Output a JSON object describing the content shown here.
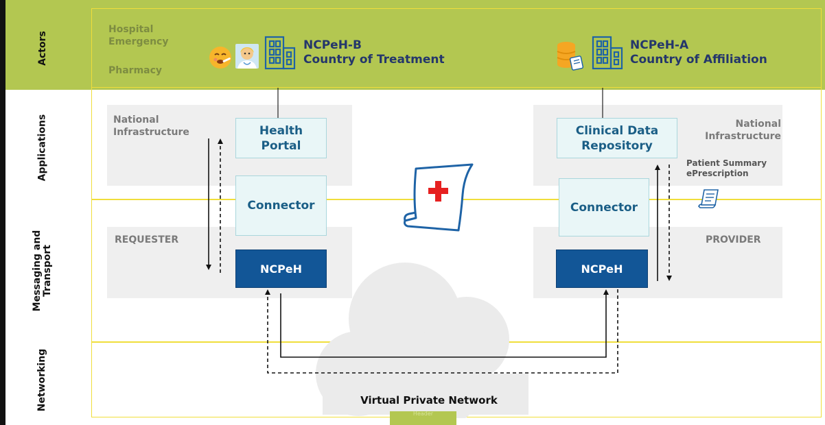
{
  "lanes": {
    "actors": "Actors",
    "applications": "Applications",
    "messaging": "Messaging and Transport",
    "networking": "Networking"
  },
  "actors": {
    "hospital_line1": "Hospital",
    "hospital_line2": "Emergency",
    "pharmacy": "Pharmacy",
    "ncpeh_b_title": "NCPeH-B",
    "ncpeh_b_subtitle": "Country of Treatment",
    "ncpeh_a_title": "NCPeH-A",
    "ncpeh_a_subtitle": "Country of Affiliation"
  },
  "left": {
    "national_infra_line1": "National",
    "national_infra_line2": "Infrastructure",
    "health_portal_line1": "Health",
    "health_portal_line2": "Portal",
    "connector": "Connector",
    "requester": "REQUESTER",
    "ncpeh": "NCPeH"
  },
  "right": {
    "national_infra_line1": "National",
    "national_infra_line2": "Infrastructure",
    "clinical_line1": "Clinical Data",
    "clinical_line2": "Repository",
    "patient_summary": "Patient Summary",
    "eprescription": "ePrescription",
    "connector": "Connector",
    "provider": "PROVIDER",
    "ncpeh": "NCPeH"
  },
  "network": {
    "vpn": "Virtual Private Network",
    "tab": "Header"
  },
  "icons": [
    "sick-face-icon",
    "doctor-icon",
    "building-icon",
    "database-icon",
    "document-icon",
    "medical-document-icon"
  ],
  "colors": {
    "actors_band": "#b3c751",
    "lane_border": "#f0de3a",
    "ncpeh_box": "#125697",
    "light_box": "#e9f6f7",
    "navy_text": "#24366b"
  }
}
